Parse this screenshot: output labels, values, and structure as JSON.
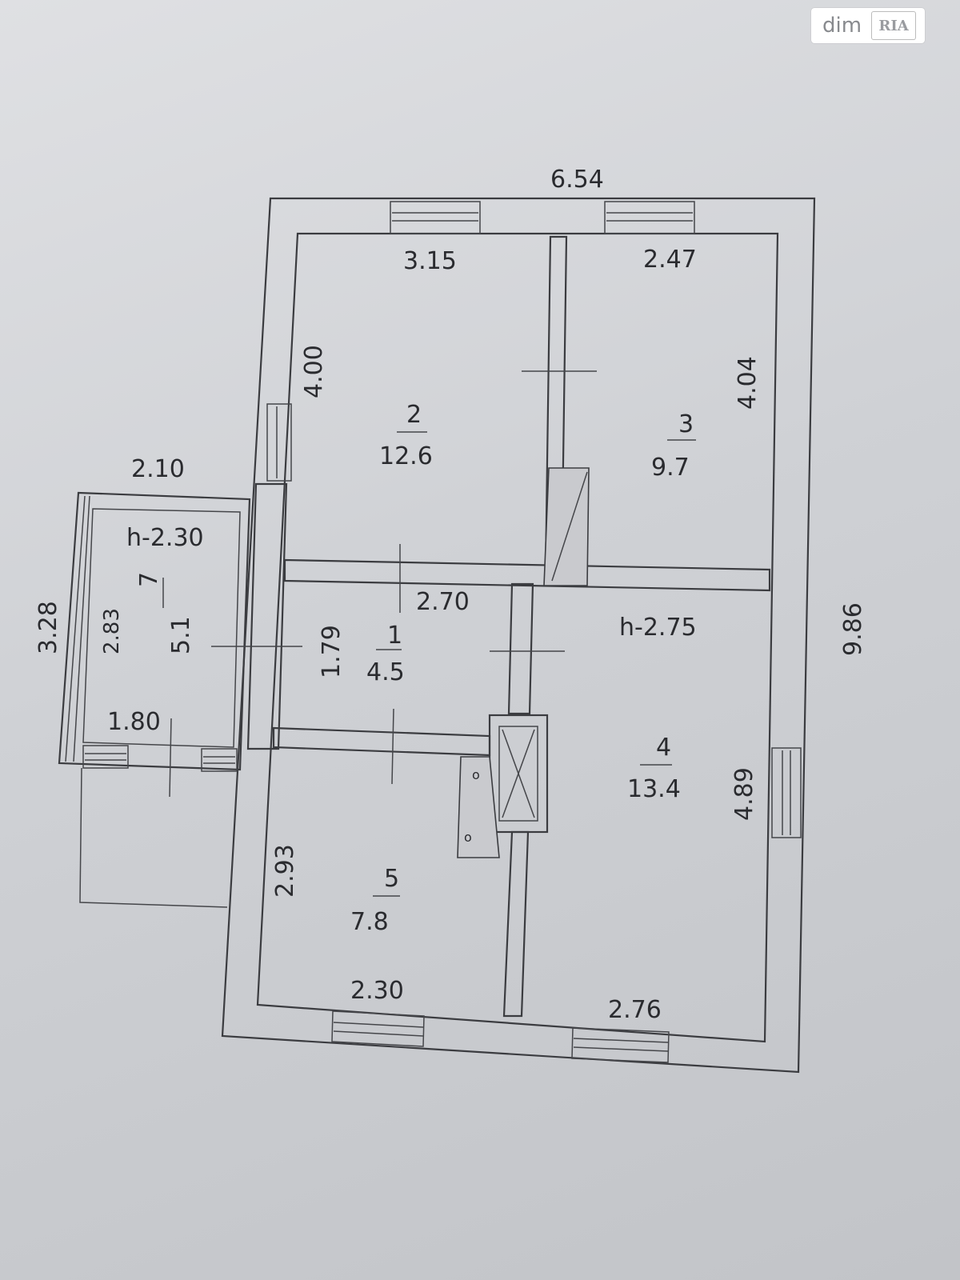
{
  "watermark": {
    "text": "dim",
    "badge": "RIA"
  },
  "plan": {
    "overall_width": "6.54",
    "overall_length": "9.86",
    "rooms": [
      {
        "number": "1",
        "area": "4.5",
        "dims": [
          "2.70",
          "1.79"
        ]
      },
      {
        "number": "2",
        "area": "12.6",
        "dims": [
          "3.15",
          "4.00"
        ]
      },
      {
        "number": "3",
        "area": "9.7",
        "dims": [
          "2.47",
          "4.04"
        ]
      },
      {
        "number": "4",
        "area": "13.4",
        "dims": [
          "4.89",
          "2.76"
        ]
      },
      {
        "number": "5",
        "area": "7.8",
        "dims": [
          "2.93",
          "2.30"
        ]
      },
      {
        "number": "7",
        "area": "5.1",
        "dims": [
          "2.10",
          "2.83",
          "1.80"
        ]
      }
    ],
    "porch_height": "h-2.30",
    "porch_outer_length": "3.28",
    "main_height": "h-2.75",
    "stove_marks": [
      "o",
      "o"
    ]
  }
}
